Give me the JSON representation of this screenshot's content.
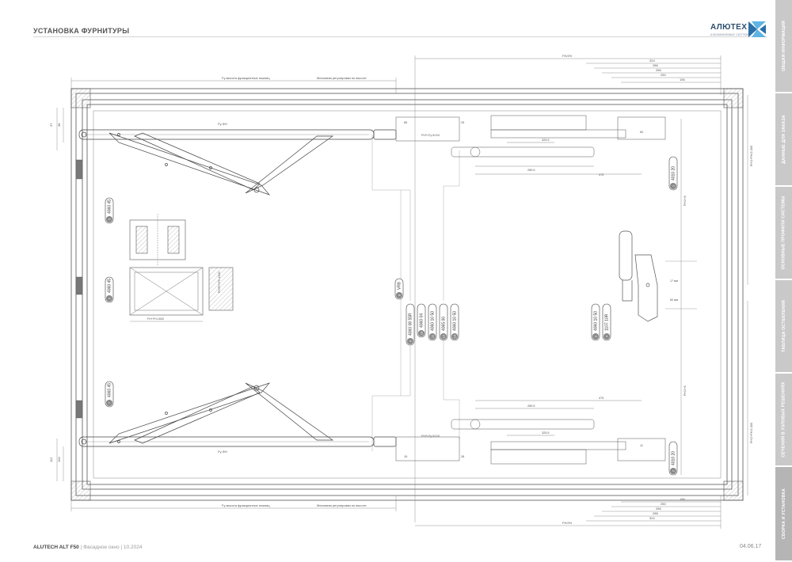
{
  "header": {
    "title": "УСТАНОВКА ФУРНИТУРЫ"
  },
  "logo": {
    "name": "АЛЮТЕХ",
    "subtitle": "АЛЮМИНИЕВЫЕ СИСТЕМЫ",
    "colors": {
      "blue": "#2b6fa8",
      "light": "#5fb4e3"
    }
  },
  "side_tabs": [
    "ОБЩАЯ ИНФОРМАЦИЯ",
    "ДАННЫЕ ДЛЯ ЗАКАЗА",
    "ОСНОВНЫЕ ПРОФИЛИ СИСТЕМЫ",
    "ТАБЛИЦА ОСТЕКЛЕНИЯ",
    "СЕЧЕНИЯ В УЗЛОВЫХ РЕШЕНИЯХ",
    "СБОРКА И УСТАНОВКА"
  ],
  "drawing": {
    "top_label_left": "Fy-высота фрикционных ножниц",
    "top_label_right": "Механизм регулировки по высоте",
    "bottom_label_left": "Fy-высота фрикционных ножниц",
    "bottom_label_right": "Механизм регулировки по высоте",
    "top_dims": [
      "FН/2%",
      "324",
      "288",
      "266",
      "250",
      "156"
    ],
    "bottom_dims": [
      "156",
      "250",
      "266",
      "288",
      "324",
      "FН/2%"
    ],
    "right_dims": [
      "FН/2+FН/2-300",
      "FН/2+FН/2-300"
    ],
    "side_dims": [
      "FН/2+8",
      "FН/2+8"
    ],
    "left_dims": [
      "37",
      "38",
      "112",
      "100"
    ],
    "arm_label_top": "Fy-ФН",
    "arm_label_bottom": "Fy-ФН",
    "adj_label_top": "FН/Y-Fy-5/110",
    "adj_label_bottom": "FН/Y-Fy-5/110",
    "section_dims": [
      "FН+FН-1600",
      "FН/FН+FН-1600"
    ],
    "mid_dims": [
      "325.5",
      "289.5",
      "475"
    ],
    "small_dims": [
      "85",
      "25",
      "60",
      "15",
      "28",
      "11",
      "17 мм",
      "60 мм"
    ],
    "hardware_tags_left": [
      "4060 45",
      "4060 45",
      "4060 45"
    ],
    "hardware_tags_center": [
      "VR8",
      "4060 08 55R",
      "4060 04",
      "4060 10 50",
      "4065 00",
      "4060 10 50"
    ],
    "hardware_tags_right_top": "4010 20",
    "hardware_tags_right_bottom": "4010 20",
    "hardware_tags_handle": [
      "4060 10 50",
      "1107 10R"
    ],
    "tag_numbers": {
      "left": [
        "5",
        "6",
        "7"
      ],
      "center": [
        "8",
        "9",
        "10",
        "11",
        "12",
        "13"
      ],
      "right": [
        "1",
        "2"
      ],
      "handle": [
        "3",
        "4"
      ]
    }
  },
  "footer": {
    "product": "ALUTECH ALT F50",
    "subtitle": "Фасадное окно",
    "date": "10.2024",
    "page": "04.06.17"
  }
}
